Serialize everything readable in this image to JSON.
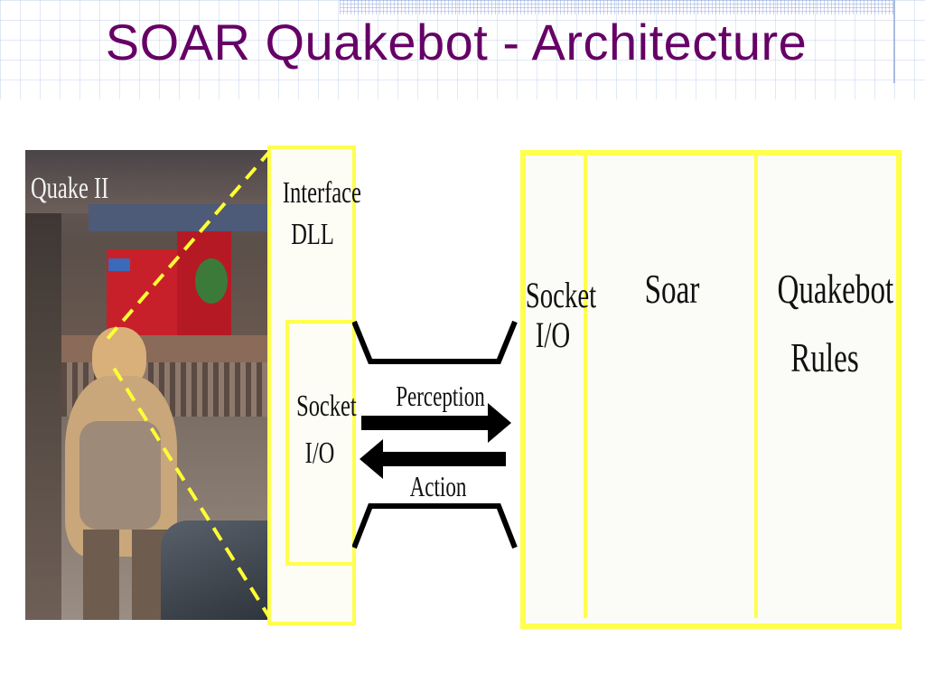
{
  "slide": {
    "title": "SOAR Quakebot - Architecture"
  },
  "game_panel": {
    "label": "Quake II"
  },
  "interface_dll": {
    "title_line1": "Interface",
    "title_line2": "DLL",
    "socket_line1": "Socket",
    "socket_line2": "I/O"
  },
  "connection": {
    "perception": "Perception",
    "action": "Action"
  },
  "soar_system": {
    "socket_line1": "Socket",
    "socket_line2": "I/O",
    "soar": "Soar",
    "rules_line1": "Quakebot",
    "rules_line2": "Rules"
  },
  "colors": {
    "title": "#660066",
    "highlight_border": "#ffff4d"
  }
}
